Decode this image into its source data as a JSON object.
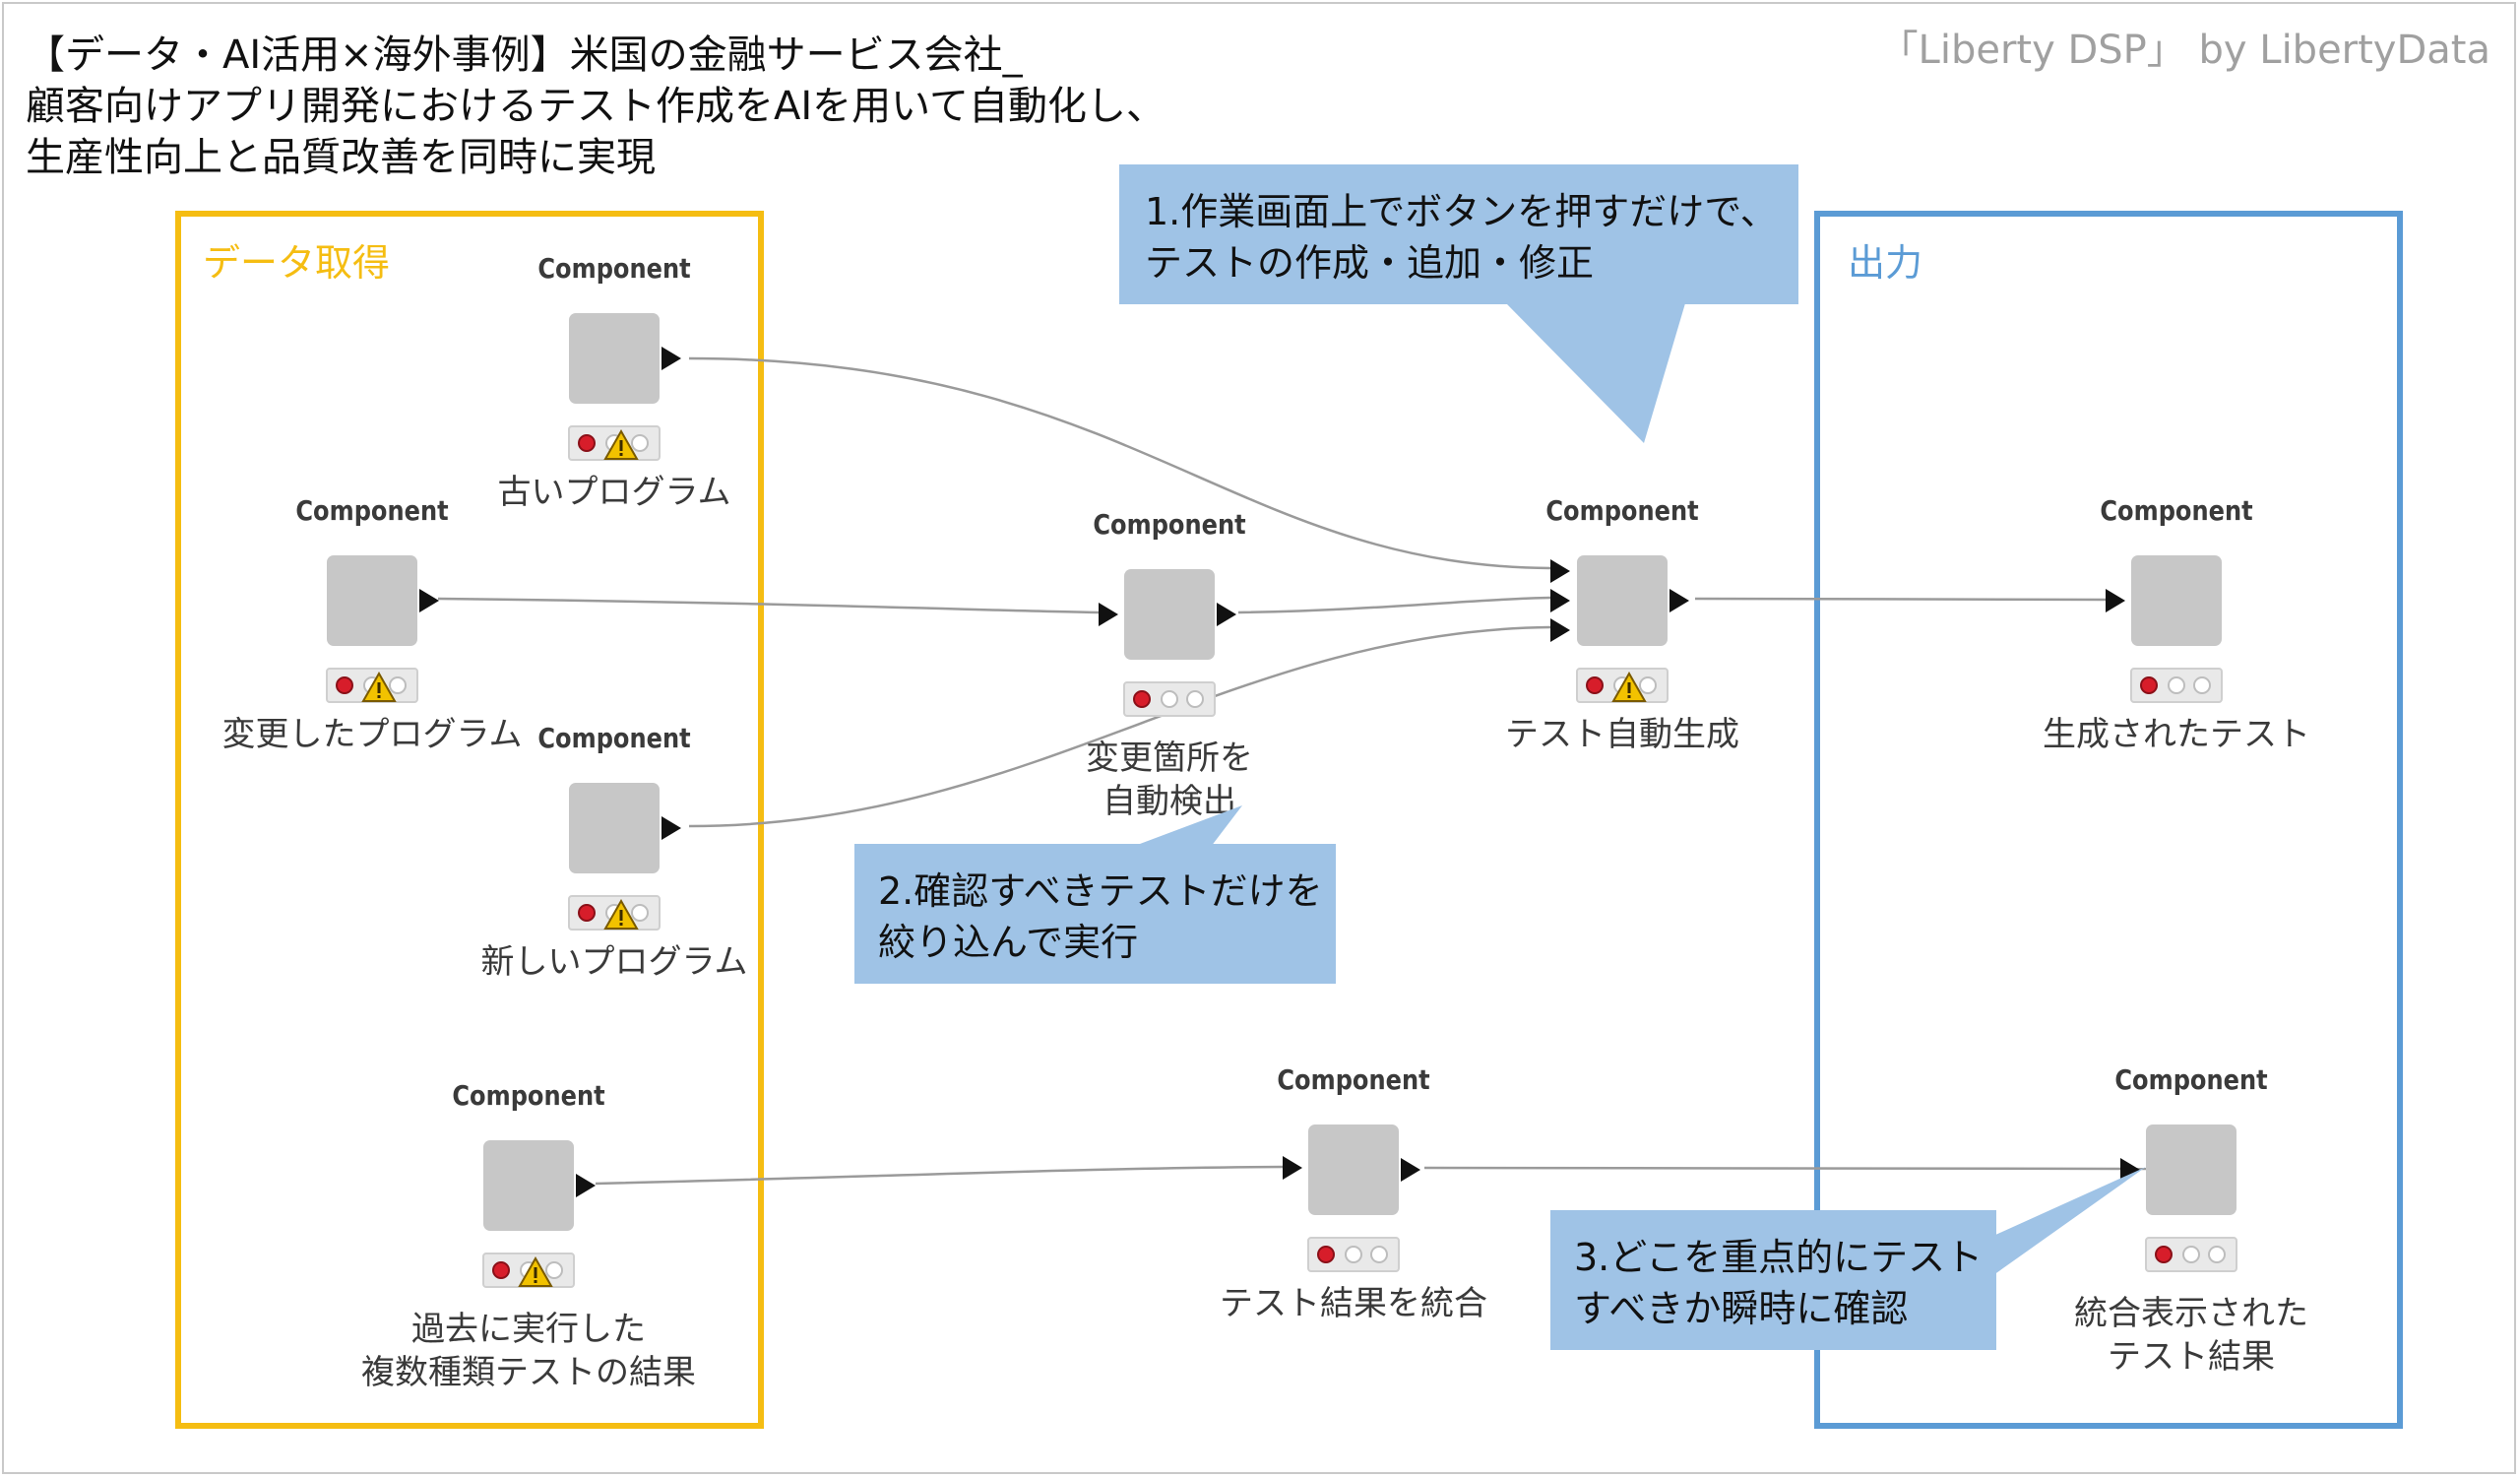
{
  "title_lines": [
    "【データ・AI活用×海外事例】米国の金融サービス会社_",
    "顧客向けアプリ開発におけるテスト作成をAIを用いて自動化し、",
    "生産性向上と品質改善を同時に実現"
  ],
  "brand": "「Liberty DSP」 by LibertyData",
  "groups": {
    "data": "データ取得",
    "output": "出力"
  },
  "colors": {
    "data_group": "#f5bd12",
    "output_group": "#5b9bd5",
    "callout_fill": "#9fc3e6",
    "node_fill": "#c7c7c7",
    "status_red": "#d71d2a",
    "warning": "#f2c200"
  },
  "component_title": "Component",
  "nodes": {
    "old_program": {
      "label": [
        "古いプログラム"
      ],
      "warning": true
    },
    "changed_program": {
      "label": [
        "変更したプログラム"
      ],
      "warning": true
    },
    "new_program": {
      "label": [
        "新しいプログラム"
      ],
      "warning": true
    },
    "past_results": {
      "label": [
        "過去に実行した",
        "複数種類テストの結果"
      ],
      "warning": true
    },
    "detect_changes": {
      "label": [
        "変更箇所を",
        "自動検出"
      ],
      "warning": false
    },
    "auto_generate": {
      "label": [
        "テスト自動生成"
      ],
      "warning": true
    },
    "merge_results": {
      "label": [
        "テスト結果を統合"
      ],
      "warning": false
    },
    "generated_tests": {
      "label": [
        "生成されたテスト"
      ],
      "warning": false
    },
    "merged_results": {
      "label": [
        "統合表示された",
        "テスト結果"
      ],
      "warning": false
    }
  },
  "callouts": {
    "c1": [
      "1.作業画面上でボタンを押すだけで、",
      "テストの作成・追加・修正"
    ],
    "c2": [
      "2.確認すべきテストだけを",
      "絞り込んで実行"
    ],
    "c3": [
      "3.どこを重点的にテスト",
      "すべきか瞬時に確認"
    ]
  },
  "icons": {
    "warning": "warning-triangle-icon",
    "status": "traffic-light-status-icon",
    "port": "triangle-port-icon"
  }
}
